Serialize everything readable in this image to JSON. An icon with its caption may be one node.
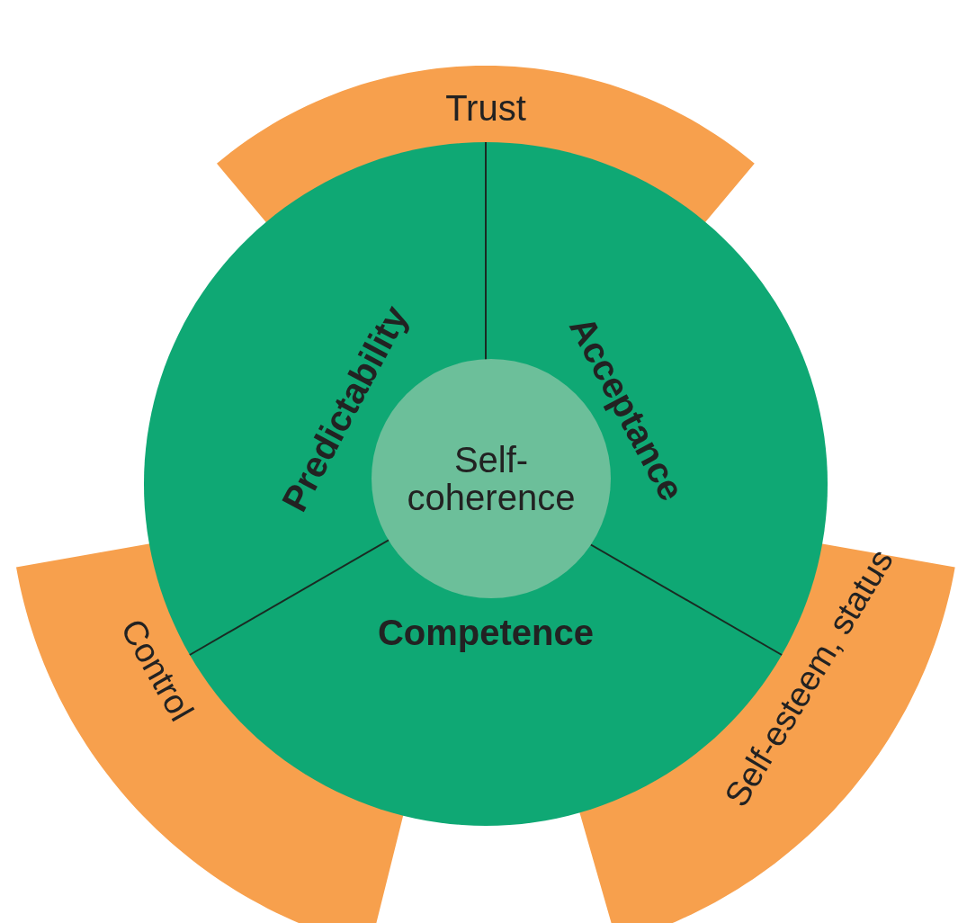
{
  "diagram": {
    "nodes": [
      {
        "text": [
          "Trust"
        ]
      },
      {
        "text": [
          "Predictability"
        ]
      },
      {
        "text": [
          "Acceptance"
        ]
      },
      {
        "text": [
          "Self-coherence"
        ]
      },
      {
        "text": [
          "Control"
        ]
      },
      {
        "text": [
          "Competence"
        ]
      },
      {
        "text": [
          "Self-esteem, status"
        ]
      }
    ]
  }
}
